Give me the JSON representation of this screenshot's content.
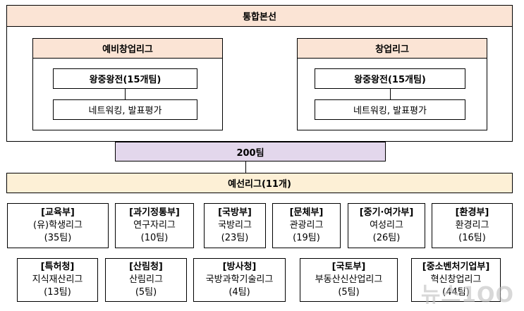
{
  "top": {
    "title": "통합본선"
  },
  "left_league": {
    "title": "예비창업리그",
    "stage1": "왕중왕전(15개팀)",
    "stage2": "네트워킹, 발표평가"
  },
  "right_league": {
    "title": "창업리그",
    "stage1": "왕중왕전(15개팀)",
    "stage2": "네트워킹, 발표평가"
  },
  "mid": {
    "label": "200팀"
  },
  "prelim": {
    "label": "예선리그(11개)"
  },
  "row1": [
    {
      "ministry": "[교육부]",
      "league": "(유)학생리그",
      "teams": "(35팀)"
    },
    {
      "ministry": "[과기정통부]",
      "league": "연구자리그",
      "teams": "(10팀)"
    },
    {
      "ministry": "[국방부]",
      "league": "국방리그",
      "teams": "(23팀)"
    },
    {
      "ministry": "[문체부]",
      "league": "관광리그",
      "teams": "(19팀)"
    },
    {
      "ministry": "[중기·여가부]",
      "league": "여성리그",
      "teams": "(26팀)"
    },
    {
      "ministry": "[환경부]",
      "league": "환경리그",
      "teams": "(16팀)"
    }
  ],
  "row2": [
    {
      "ministry": "[특허청]",
      "league": "지식재산리그",
      "teams": "(13팀)"
    },
    {
      "ministry": "[산림청]",
      "league": "산림리그",
      "teams": "(5팀)"
    },
    {
      "ministry": "[방사청]",
      "league": "국방과학기술리그",
      "teams": "(4팀)"
    },
    {
      "ministry": "[국토부]",
      "league": "부동산신산업리그",
      "teams": "(5팀)"
    },
    {
      "ministry": "[중소벤처기업부]",
      "league": "혁신창업리그",
      "teams": "(44팀)"
    }
  ],
  "watermark": "뉴스1OO"
}
